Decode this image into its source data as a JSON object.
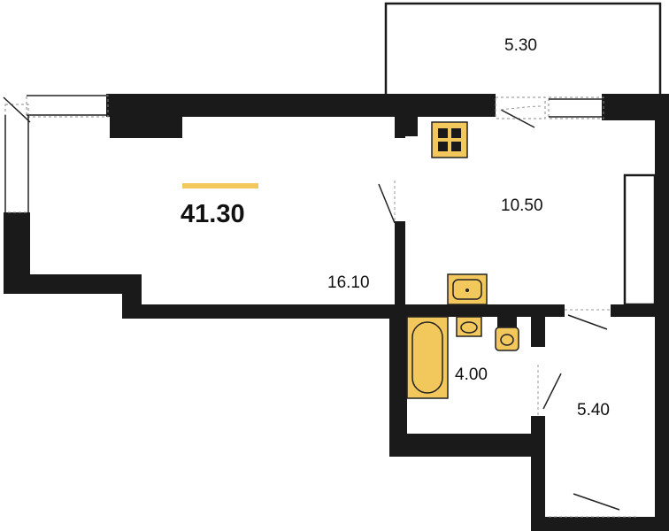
{
  "plan": {
    "total_area": "41.30",
    "rooms": [
      {
        "id": "living-room",
        "area": "16.10"
      },
      {
        "id": "kitchen",
        "area": "10.50"
      },
      {
        "id": "balcony",
        "area": "5.30"
      },
      {
        "id": "bathroom",
        "area": "4.00"
      },
      {
        "id": "hallway",
        "area": "5.40"
      }
    ]
  },
  "colors": {
    "wall": "#1a1a1a",
    "accent": "#f2c75c",
    "fixture": "#f2c75c",
    "background": "#ffffff"
  }
}
